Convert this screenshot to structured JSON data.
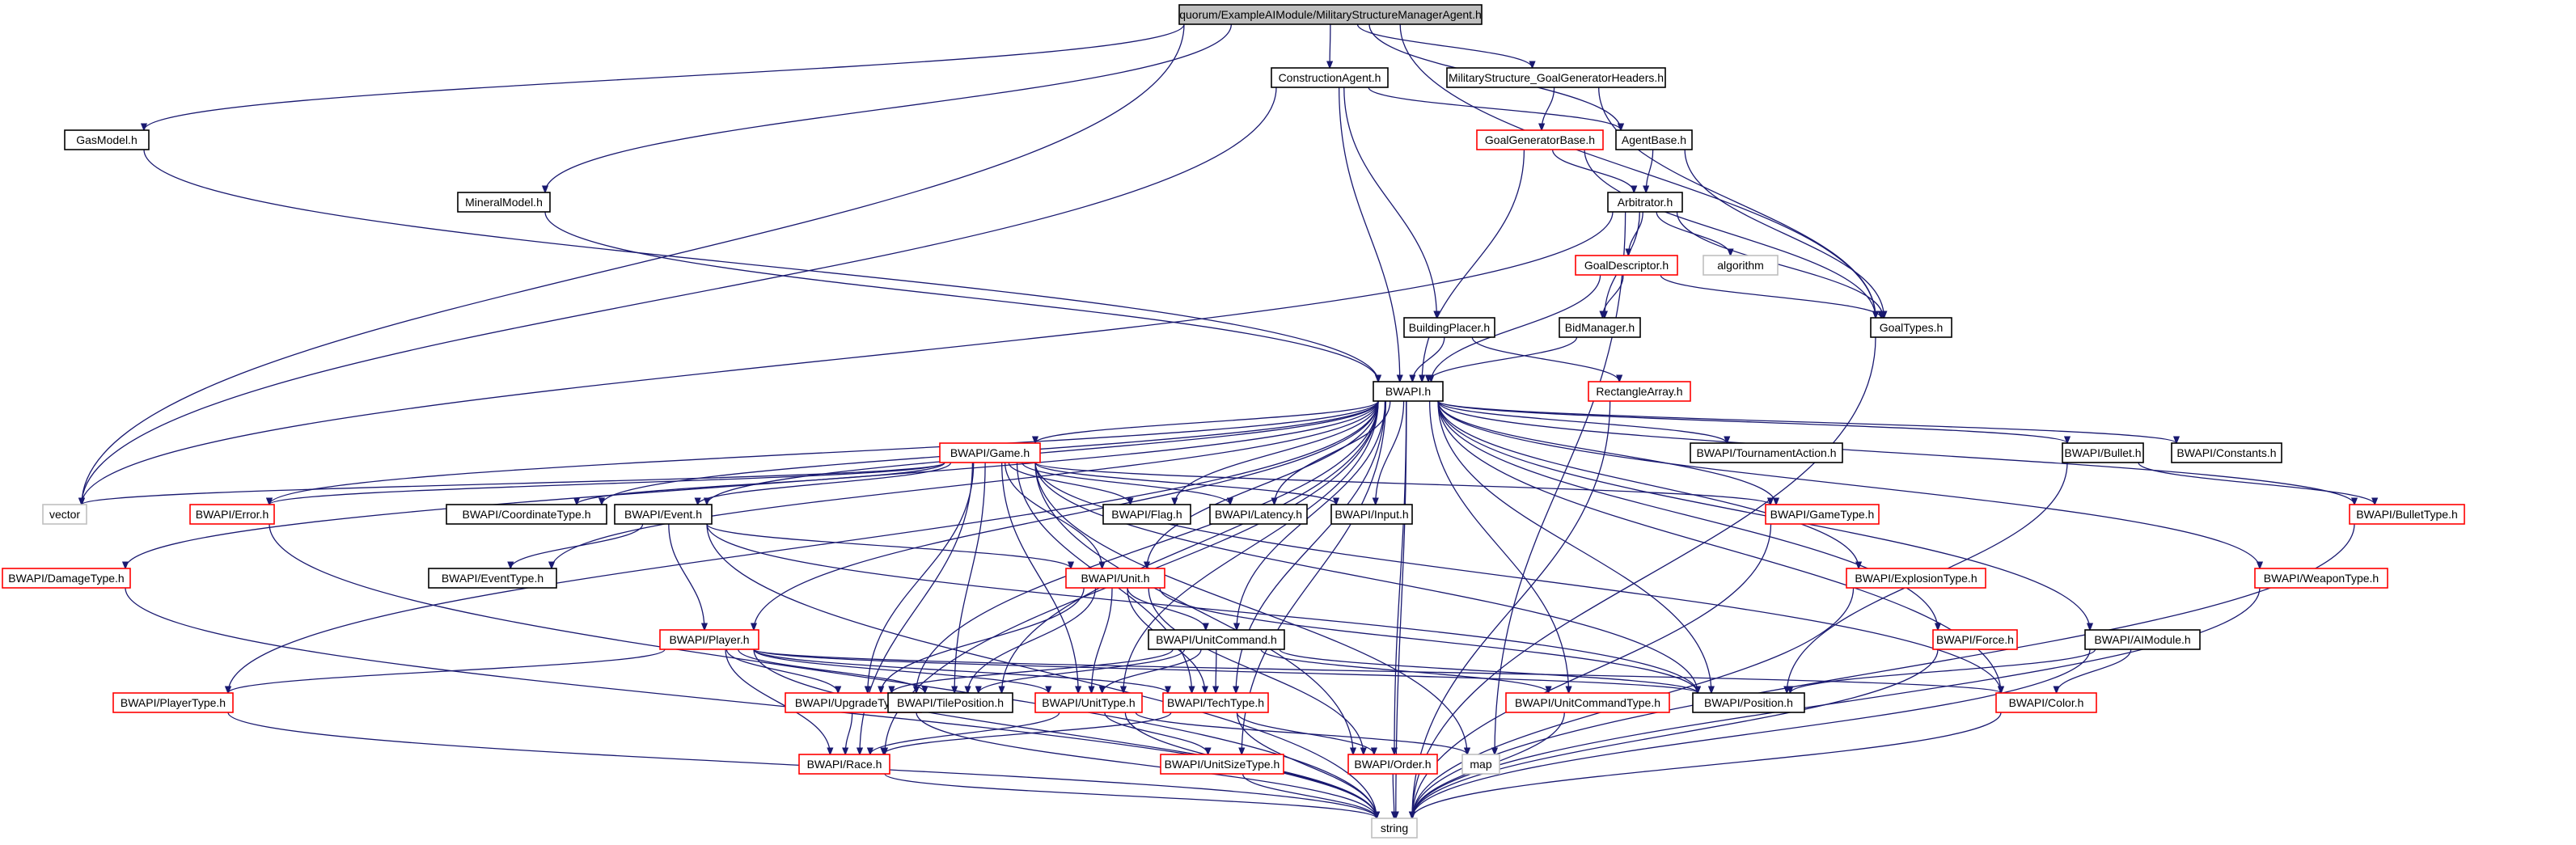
{
  "diagram": {
    "colors": {
      "edge": "#191970",
      "root_fill": "#bfbfbf",
      "root_border": "#000000",
      "normal_border": "#000000",
      "undocumented_border": "#ff0000",
      "external_border": "#bfbfbf",
      "node_fill": "#ffffff"
    },
    "nodes": [
      {
        "id": "root",
        "label": "quorum/ExampleAIModule/MilitaryStructureManagerAgent.h",
        "kind": "root"
      },
      {
        "id": "construction",
        "label": "ConstructionAgent.h",
        "kind": "normal"
      },
      {
        "id": "msgen",
        "label": "MilitaryStructure_GoalGeneratorHeaders.h",
        "kind": "normal"
      },
      {
        "id": "gasmodel",
        "label": "GasModel.h",
        "kind": "normal"
      },
      {
        "id": "goalgenbase",
        "label": "GoalGeneratorBase.h",
        "kind": "undocumented"
      },
      {
        "id": "agentbase",
        "label": "AgentBase.h",
        "kind": "normal"
      },
      {
        "id": "mineral",
        "label": "MineralModel.h",
        "kind": "normal"
      },
      {
        "id": "arbitrator",
        "label": "Arbitrator.h",
        "kind": "normal"
      },
      {
        "id": "goaldesc",
        "label": "GoalDescriptor.h",
        "kind": "undocumented"
      },
      {
        "id": "algorithm",
        "label": "algorithm",
        "kind": "external"
      },
      {
        "id": "goaltypes",
        "label": "GoalTypes.h",
        "kind": "normal"
      },
      {
        "id": "buildingplacer",
        "label": "BuildingPlacer.h",
        "kind": "normal"
      },
      {
        "id": "bidmanager",
        "label": "BidManager.h",
        "kind": "normal"
      },
      {
        "id": "rectarray",
        "label": "RectangleArray.h",
        "kind": "undocumented"
      },
      {
        "id": "bwapi",
        "label": "BWAPI.h",
        "kind": "normal"
      },
      {
        "id": "game",
        "label": "BWAPI/Game.h",
        "kind": "undocumented"
      },
      {
        "id": "tournament",
        "label": "BWAPI/TournamentAction.h",
        "kind": "normal"
      },
      {
        "id": "bullet",
        "label": "BWAPI/Bullet.h",
        "kind": "normal"
      },
      {
        "id": "constants",
        "label": "BWAPI/Constants.h",
        "kind": "normal"
      },
      {
        "id": "vector",
        "label": "vector",
        "kind": "external"
      },
      {
        "id": "error",
        "label": "BWAPI/Error.h",
        "kind": "undocumented"
      },
      {
        "id": "coordtype",
        "label": "BWAPI/CoordinateType.h",
        "kind": "normal"
      },
      {
        "id": "event",
        "label": "BWAPI/Event.h",
        "kind": "normal"
      },
      {
        "id": "flag",
        "label": "BWAPI/Flag.h",
        "kind": "normal"
      },
      {
        "id": "latency",
        "label": "BWAPI/Latency.h",
        "kind": "normal"
      },
      {
        "id": "input",
        "label": "BWAPI/Input.h",
        "kind": "normal"
      },
      {
        "id": "gametype",
        "label": "BWAPI/GameType.h",
        "kind": "undocumented"
      },
      {
        "id": "bullettype",
        "label": "BWAPI/BulletType.h",
        "kind": "undocumented"
      },
      {
        "id": "damagetype",
        "label": "BWAPI/DamageType.h",
        "kind": "undocumented"
      },
      {
        "id": "eventtype",
        "label": "BWAPI/EventType.h",
        "kind": "normal"
      },
      {
        "id": "unit",
        "label": "BWAPI/Unit.h",
        "kind": "undocumented"
      },
      {
        "id": "explosiontype",
        "label": "BWAPI/ExplosionType.h",
        "kind": "undocumented"
      },
      {
        "id": "weapontype",
        "label": "BWAPI/WeaponType.h",
        "kind": "undocumented"
      },
      {
        "id": "player",
        "label": "BWAPI/Player.h",
        "kind": "undocumented"
      },
      {
        "id": "unitcommand",
        "label": "BWAPI/UnitCommand.h",
        "kind": "normal"
      },
      {
        "id": "force",
        "label": "BWAPI/Force.h",
        "kind": "undocumented"
      },
      {
        "id": "aimodule",
        "label": "BWAPI/AIModule.h",
        "kind": "normal"
      },
      {
        "id": "playertype",
        "label": "BWAPI/PlayerType.h",
        "kind": "undocumented"
      },
      {
        "id": "upgradetype",
        "label": "BWAPI/UpgradeType.h",
        "kind": "undocumented"
      },
      {
        "id": "tileposition",
        "label": "BWAPI/TilePosition.h",
        "kind": "normal"
      },
      {
        "id": "unittype",
        "label": "BWAPI/UnitType.h",
        "kind": "undocumented"
      },
      {
        "id": "techtype",
        "label": "BWAPI/TechType.h",
        "kind": "undocumented"
      },
      {
        "id": "unitcommandtype",
        "label": "BWAPI/UnitCommandType.h",
        "kind": "undocumented"
      },
      {
        "id": "position",
        "label": "BWAPI/Position.h",
        "kind": "normal"
      },
      {
        "id": "color",
        "label": "BWAPI/Color.h",
        "kind": "undocumented"
      },
      {
        "id": "map",
        "label": "map",
        "kind": "external"
      },
      {
        "id": "race",
        "label": "BWAPI/Race.h",
        "kind": "undocumented"
      },
      {
        "id": "unitsizetype",
        "label": "BWAPI/UnitSizeType.h",
        "kind": "undocumented"
      },
      {
        "id": "order",
        "label": "BWAPI/Order.h",
        "kind": "undocumented"
      },
      {
        "id": "string",
        "label": "string",
        "kind": "external"
      }
    ],
    "edges": [
      [
        "root",
        "vector"
      ],
      [
        "root",
        "gasmodel"
      ],
      [
        "root",
        "mineral"
      ],
      [
        "root",
        "construction"
      ],
      [
        "root",
        "msgen"
      ],
      [
        "root",
        "agentbase"
      ],
      [
        "root",
        "goaltypes"
      ],
      [
        "construction",
        "vector"
      ],
      [
        "construction",
        "agentbase"
      ],
      [
        "construction",
        "bwapi"
      ],
      [
        "construction",
        "buildingplacer"
      ],
      [
        "msgen",
        "goalgenbase"
      ],
      [
        "msgen",
        "goaltypes"
      ],
      [
        "gasmodel",
        "bwapi"
      ],
      [
        "mineral",
        "bwapi"
      ],
      [
        "goalgenbase",
        "arbitrator"
      ],
      [
        "goalgenbase",
        "goaltypes"
      ],
      [
        "goalgenbase",
        "bwapi"
      ],
      [
        "agentbase",
        "arbitrator"
      ],
      [
        "agentbase",
        "goaltypes"
      ],
      [
        "arbitrator",
        "vector"
      ],
      [
        "arbitrator",
        "algorithm"
      ],
      [
        "arbitrator",
        "goaldesc"
      ],
      [
        "arbitrator",
        "bidmanager"
      ],
      [
        "arbitrator",
        "goaltypes"
      ],
      [
        "arbitrator",
        "map"
      ],
      [
        "goaldesc",
        "bidmanager"
      ],
      [
        "goaldesc",
        "goaltypes"
      ],
      [
        "goaldesc",
        "bwapi"
      ],
      [
        "goaltypes",
        "string"
      ],
      [
        "buildingplacer",
        "bwapi"
      ],
      [
        "buildingplacer",
        "rectarray"
      ],
      [
        "bidmanager",
        "bwapi"
      ],
      [
        "rectarray",
        "string"
      ],
      [
        "bwapi",
        "game"
      ],
      [
        "bwapi",
        "tournament"
      ],
      [
        "bwapi",
        "bullet"
      ],
      [
        "bwapi",
        "constants"
      ],
      [
        "bwapi",
        "error"
      ],
      [
        "bwapi",
        "coordtype"
      ],
      [
        "bwapi",
        "event"
      ],
      [
        "bwapi",
        "flag"
      ],
      [
        "bwapi",
        "latency"
      ],
      [
        "bwapi",
        "input"
      ],
      [
        "bwapi",
        "gametype"
      ],
      [
        "bwapi",
        "bullettype"
      ],
      [
        "bwapi",
        "damagetype"
      ],
      [
        "bwapi",
        "eventtype"
      ],
      [
        "bwapi",
        "unit"
      ],
      [
        "bwapi",
        "explosiontype"
      ],
      [
        "bwapi",
        "weapontype"
      ],
      [
        "bwapi",
        "player"
      ],
      [
        "bwapi",
        "unitcommand"
      ],
      [
        "bwapi",
        "force"
      ],
      [
        "bwapi",
        "aimodule"
      ],
      [
        "bwapi",
        "playertype"
      ],
      [
        "bwapi",
        "upgradetype"
      ],
      [
        "bwapi",
        "tileposition"
      ],
      [
        "bwapi",
        "unittype"
      ],
      [
        "bwapi",
        "techtype"
      ],
      [
        "bwapi",
        "unitcommandtype"
      ],
      [
        "bwapi",
        "position"
      ],
      [
        "bwapi",
        "color"
      ],
      [
        "bwapi",
        "race"
      ],
      [
        "bwapi",
        "unitsizetype"
      ],
      [
        "bwapi",
        "order"
      ],
      [
        "bwapi",
        "string"
      ],
      [
        "game",
        "vector"
      ],
      [
        "game",
        "error"
      ],
      [
        "game",
        "coordtype"
      ],
      [
        "game",
        "event"
      ],
      [
        "game",
        "flag"
      ],
      [
        "game",
        "latency"
      ],
      [
        "game",
        "input"
      ],
      [
        "game",
        "gametype"
      ],
      [
        "game",
        "unit"
      ],
      [
        "game",
        "tileposition"
      ],
      [
        "game",
        "upgradetype"
      ],
      [
        "game",
        "unittype"
      ],
      [
        "game",
        "techtype"
      ],
      [
        "game",
        "position"
      ],
      [
        "game",
        "color"
      ],
      [
        "game",
        "map"
      ],
      [
        "game",
        "race"
      ],
      [
        "game",
        "order"
      ],
      [
        "bullet",
        "position"
      ],
      [
        "bullet",
        "bullettype"
      ],
      [
        "error",
        "string"
      ],
      [
        "event",
        "eventtype"
      ],
      [
        "event",
        "player"
      ],
      [
        "event",
        "unit"
      ],
      [
        "event",
        "position"
      ],
      [
        "event",
        "string"
      ],
      [
        "gametype",
        "string"
      ],
      [
        "bullettype",
        "string"
      ],
      [
        "damagetype",
        "string"
      ],
      [
        "unit",
        "unitcommand"
      ],
      [
        "unit",
        "upgradetype"
      ],
      [
        "unit",
        "tileposition"
      ],
      [
        "unit",
        "unittype"
      ],
      [
        "unit",
        "techtype"
      ],
      [
        "unit",
        "position"
      ],
      [
        "unit",
        "order"
      ],
      [
        "explosiontype",
        "string"
      ],
      [
        "weapontype",
        "string"
      ],
      [
        "player",
        "playertype"
      ],
      [
        "player",
        "upgradetype"
      ],
      [
        "player",
        "tileposition"
      ],
      [
        "player",
        "unittype"
      ],
      [
        "player",
        "techtype"
      ],
      [
        "player",
        "race"
      ],
      [
        "player",
        "color"
      ],
      [
        "player",
        "position"
      ],
      [
        "player",
        "string"
      ],
      [
        "unitcommand",
        "unitcommandtype"
      ],
      [
        "unitcommand",
        "tileposition"
      ],
      [
        "unitcommand",
        "unittype"
      ],
      [
        "unitcommand",
        "techtype"
      ],
      [
        "unitcommand",
        "upgradetype"
      ],
      [
        "unitcommand",
        "position"
      ],
      [
        "force",
        "string"
      ],
      [
        "aimodule",
        "position"
      ],
      [
        "aimodule",
        "color"
      ],
      [
        "aimodule",
        "string"
      ],
      [
        "playertype",
        "string"
      ],
      [
        "upgradetype",
        "race"
      ],
      [
        "upgradetype",
        "string"
      ],
      [
        "unittype",
        "race"
      ],
      [
        "unittype",
        "unitsizetype"
      ],
      [
        "unittype",
        "map"
      ],
      [
        "unittype",
        "string"
      ],
      [
        "techtype",
        "race"
      ],
      [
        "techtype",
        "order"
      ],
      [
        "techtype",
        "string"
      ],
      [
        "unitcommandtype",
        "string"
      ],
      [
        "color",
        "string"
      ],
      [
        "race",
        "string"
      ],
      [
        "unitsizetype",
        "string"
      ],
      [
        "order",
        "string"
      ]
    ]
  }
}
